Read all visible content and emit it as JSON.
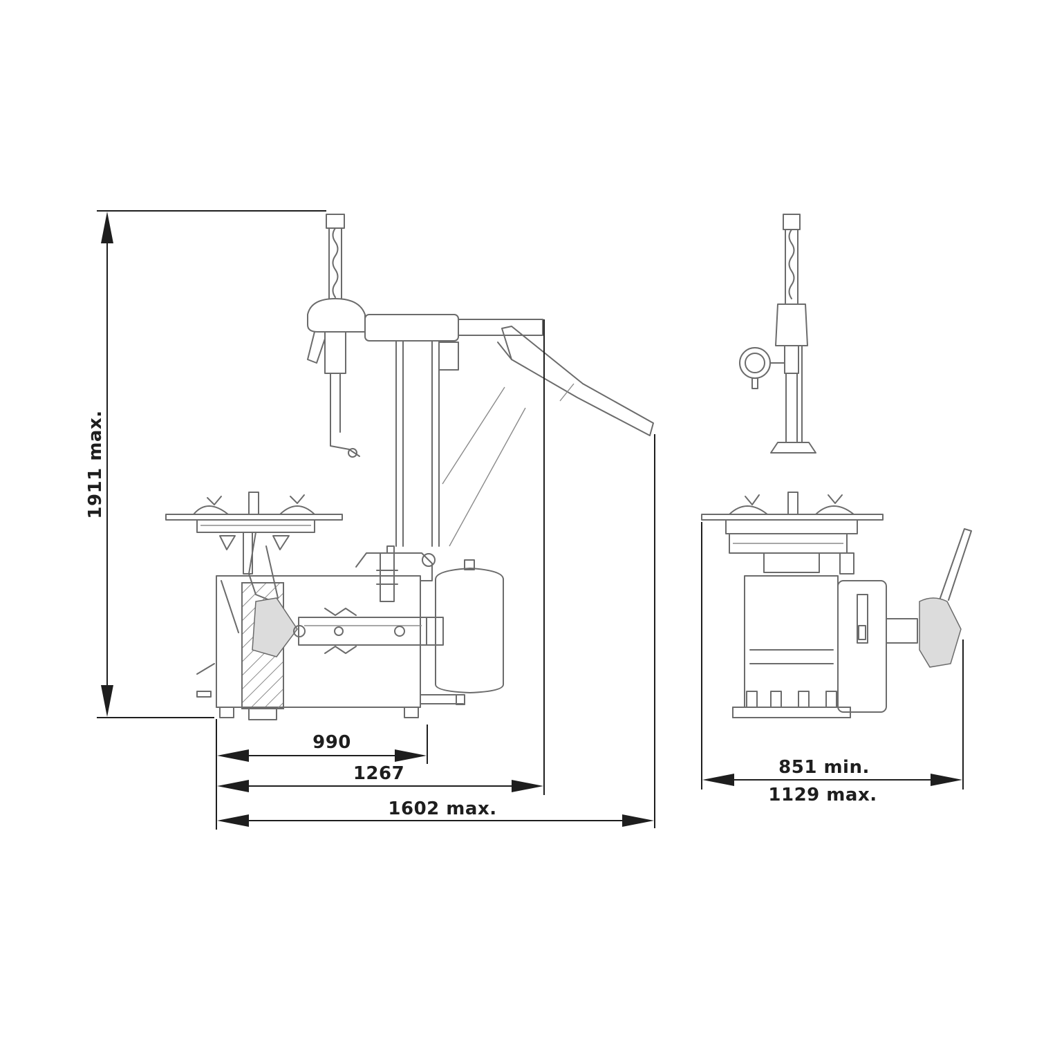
{
  "dimensions": {
    "height_max": "1911 max.",
    "depth_base": "990",
    "depth_column": "1267",
    "depth_max": "1602 max.",
    "width_min": "851 min.",
    "width_max": "1129 max."
  },
  "colors": {
    "outline": "#6b6b6b",
    "dimension_line": "#1e1e1e",
    "background": "#ffffff"
  }
}
